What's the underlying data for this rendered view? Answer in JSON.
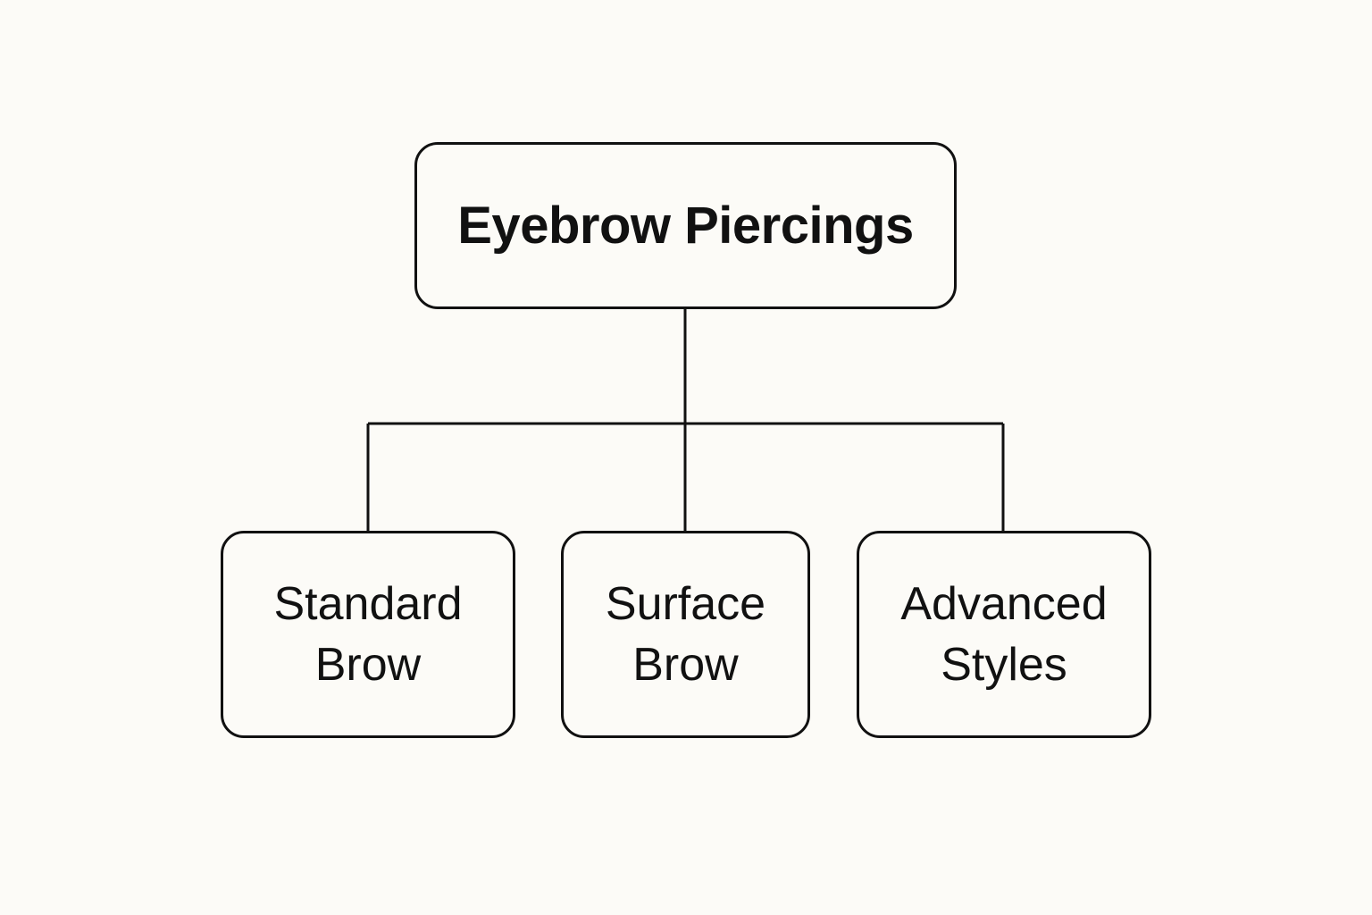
{
  "diagram": {
    "root": {
      "label": "Eyebrow Piercings"
    },
    "children": [
      {
        "line1": "Standard",
        "line2": "Brow"
      },
      {
        "line1": "Surface",
        "line2": "Brow"
      },
      {
        "line1": "Advanced",
        "line2": "Styles"
      }
    ]
  },
  "colors": {
    "background": "#fcfbf7",
    "stroke": "#111111",
    "text": "#111111"
  }
}
